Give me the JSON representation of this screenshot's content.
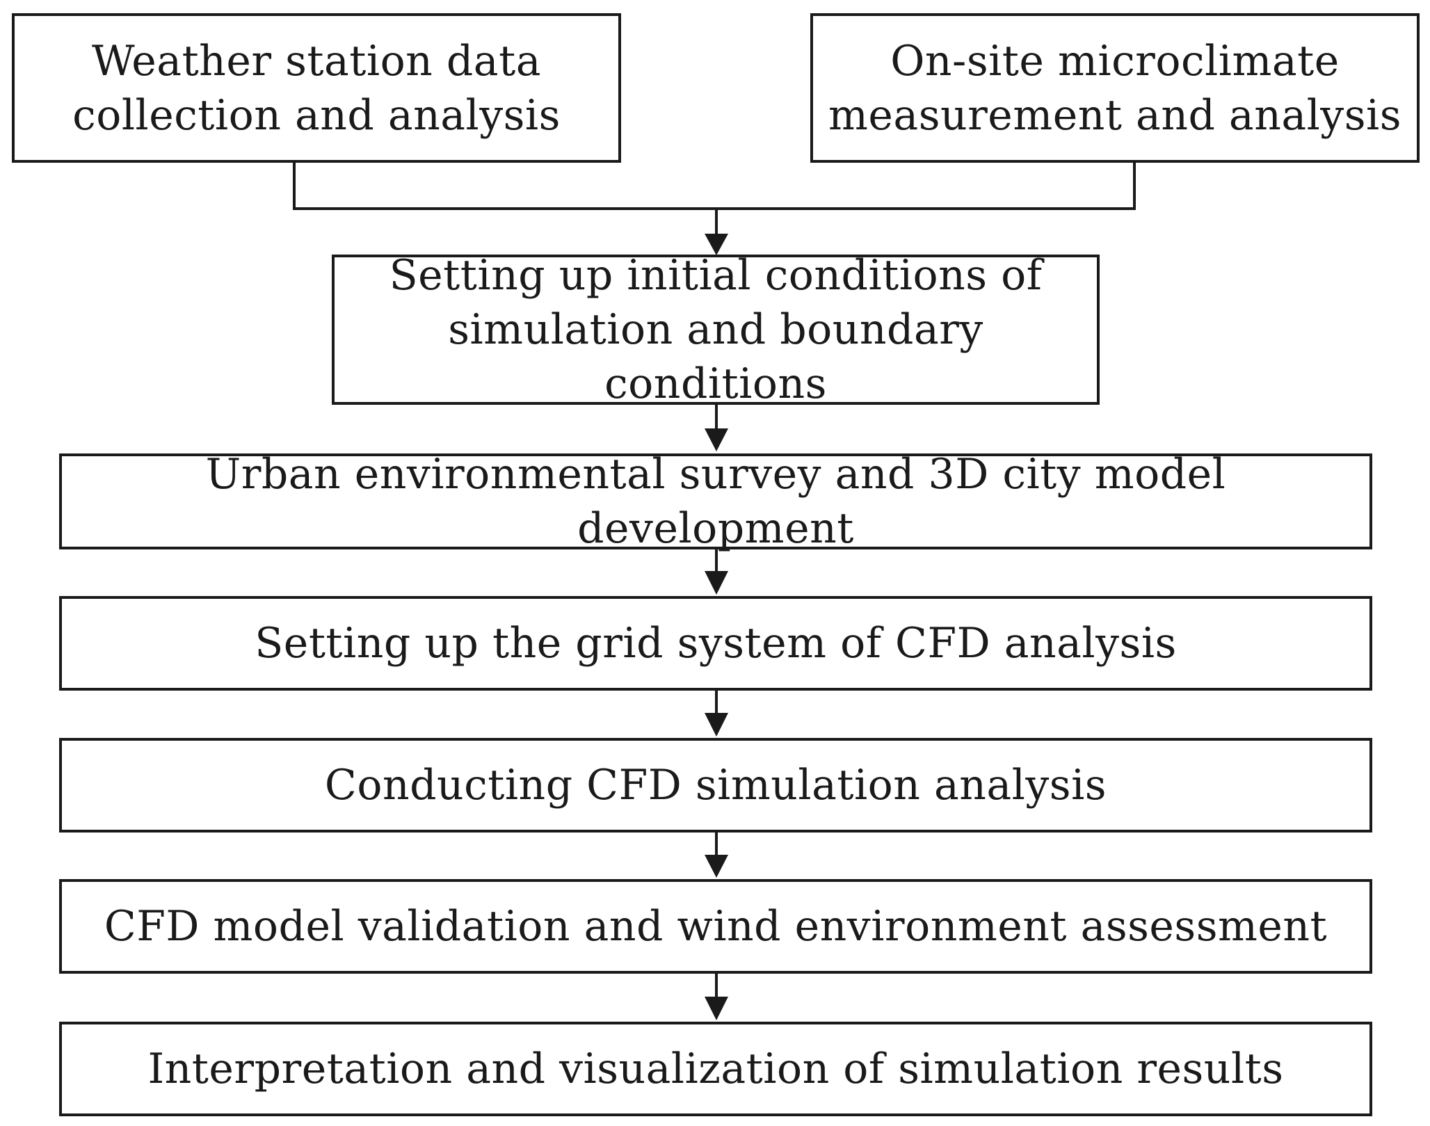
{
  "top_steps": [
    {
      "line1": "Weather station data",
      "line2": "collection and analysis"
    },
    {
      "line1": "On-site microclimate",
      "line2": "measurement and analysis"
    }
  ],
  "setup_step": {
    "line1": "Setting up initial conditions of",
    "line2": "simulation and boundary conditions"
  },
  "steps": [
    "Urban environmental survey and 3D city model development",
    "Setting up the grid system of CFD analysis",
    "Conducting CFD simulation analysis",
    "CFD model validation and wind environment assessment",
    "Interpretation and visualization of simulation results"
  ]
}
